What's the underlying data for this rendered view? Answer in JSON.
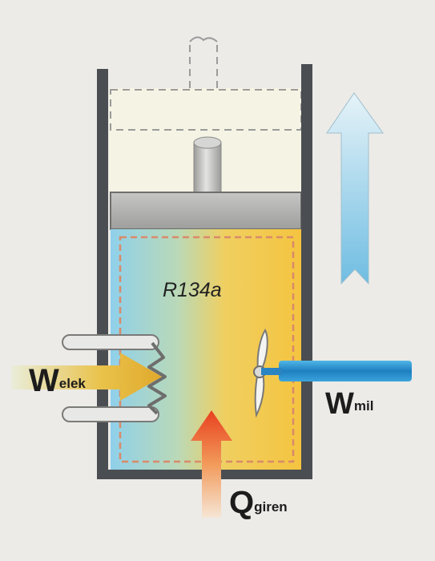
{
  "substance_label": "R134a",
  "work_electric": {
    "symbol": "W",
    "subscript": "elek"
  },
  "work_shaft": {
    "symbol": "W",
    "subscript": "mil"
  },
  "heat_in": {
    "symbol": "Q",
    "subscript": "giren"
  },
  "colors": {
    "background": "#ecebe8",
    "cylinder_wall": "#4a4e52",
    "piston": "#b4b4b2",
    "fluid_cold": "#8fd0ea",
    "fluid_hot": "#f4c440",
    "electric_arrow": "#e3b63a",
    "shaft": "#2c8fcb",
    "heat_arrow": "#ec4a2a",
    "expansion_arrow": "#8ccbe6"
  }
}
